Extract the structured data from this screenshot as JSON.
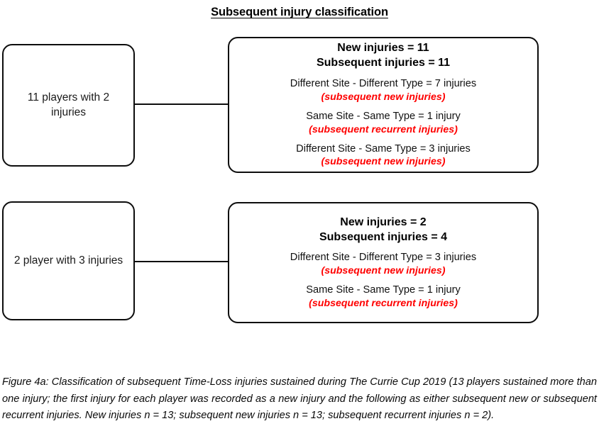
{
  "figure": {
    "title": "Subsequent injury classification",
    "caption": "Figure 4a: Classification of subsequent Time-Loss injuries sustained during The Currie Cup 2019 (13 players sustained more than one injury; the first injury for each player was recorded as a new injury and the following as either subsequent new or subsequent recurrent injuries. New injuries n = 13; subsequent new injuries n = 13; subsequent recurrent injuries n = 2)."
  },
  "colors": {
    "outline": "#0d0d0d",
    "text": "#000000",
    "highlight": "#ff0000",
    "background": "#ffffff"
  },
  "rows": [
    {
      "left": {
        "label": "11 players with 2 injuries"
      },
      "right": {
        "headline_line1": "New injuries = 11",
        "headline_line2": "Subsequent injuries = 11",
        "details": [
          {
            "main": "Different Site - Different Type = 7 injuries",
            "sub": "(subsequent new injuries)"
          },
          {
            "main": "Same Site - Same Type = 1 injury",
            "sub": "(subsequent recurrent injuries)"
          },
          {
            "main": "Different Site - Same Type = 3 injuries",
            "sub": "(subsequent new injuries)"
          }
        ]
      }
    },
    {
      "left": {
        "label": "2 player with 3 injuries"
      },
      "right": {
        "headline_line1": "New injuries = 2",
        "headline_line2": "Subsequent injuries = 4",
        "details": [
          {
            "main": "Different Site - Different Type = 3 injuries",
            "sub": "(subsequent new injuries)"
          },
          {
            "main": "Same Site - Same Type = 1 injury",
            "sub": "(subsequent recurrent injuries)"
          }
        ]
      }
    }
  ]
}
